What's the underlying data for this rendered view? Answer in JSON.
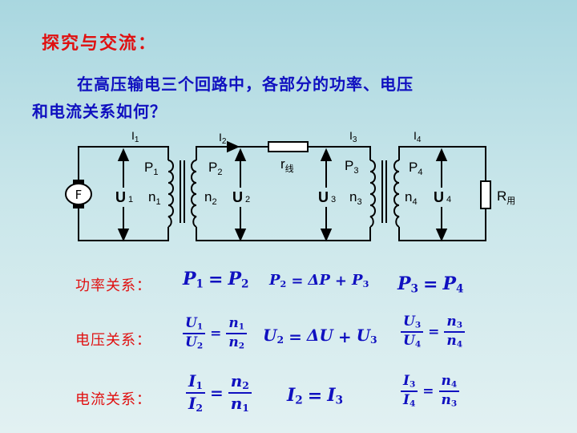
{
  "title": "探究与交流：",
  "question": {
    "line1": "在高压输电三个回路中，各部分的功率、电压",
    "line2": "和电流关系如何？"
  },
  "circuit": {
    "generator": "F",
    "currents": {
      "i1": {
        "base": "I",
        "sub": "1"
      },
      "i2": {
        "base": "I",
        "sub": "2"
      },
      "i3": {
        "base": "I",
        "sub": "3"
      },
      "i4": {
        "base": "I",
        "sub": "4"
      }
    },
    "powers": {
      "p1": {
        "base": "P",
        "sub": "1"
      },
      "p2": {
        "base": "P",
        "sub": "2"
      },
      "p3": {
        "base": "P",
        "sub": "3"
      },
      "p4": {
        "base": "P",
        "sub": "4"
      }
    },
    "voltages": {
      "u1": {
        "base": "U",
        "sub": "1"
      },
      "u2": {
        "base": "U",
        "sub": "2"
      },
      "u3": {
        "base": "U",
        "sub": "3"
      },
      "u4": {
        "base": "U",
        "sub": "4"
      }
    },
    "turns": {
      "n1": {
        "base": "n",
        "sub": "1"
      },
      "n2": {
        "base": "n",
        "sub": "2"
      },
      "n3": {
        "base": "n",
        "sub": "3"
      },
      "n4": {
        "base": "n",
        "sub": "4"
      }
    },
    "line_resistor": {
      "base": "r",
      "sub": "线"
    },
    "load_resistor": {
      "base": "R",
      "sub": "用"
    }
  },
  "relations": {
    "power": {
      "label": "功率关系：",
      "f1": {
        "a": "P",
        "as": "1",
        "op": "=",
        "b": "P",
        "bs": "2"
      },
      "f2": {
        "a": "P",
        "as": "2",
        "op": "=",
        "b": "ΔP",
        "plus": "+",
        "c": "P",
        "cs": "3"
      },
      "f3": {
        "a": "P",
        "as": "3",
        "op": "=",
        "b": "P",
        "bs": "4"
      }
    },
    "voltage": {
      "label": "电压关系：",
      "f1": {
        "n1": "U",
        "n1s": "1",
        "d1": "U",
        "d1s": "2",
        "op": "=",
        "n2": "n",
        "n2s": "1",
        "d2": "n",
        "d2s": "2"
      },
      "f2": {
        "a": "U",
        "as": "2",
        "op": "=",
        "b": "ΔU",
        "plus": "+",
        "c": "U",
        "cs": "3"
      },
      "f3": {
        "n1": "U",
        "n1s": "3",
        "d1": "U",
        "d1s": "4",
        "op": "=",
        "n2": "n",
        "n2s": "3",
        "d2": "n",
        "d2s": "4"
      }
    },
    "current": {
      "label": "电流关系：",
      "f1": {
        "n1": "I",
        "n1s": "1",
        "d1": "I",
        "d1s": "2",
        "op": "=",
        "n2": "n",
        "n2s": "2",
        "d2": "n",
        "d2s": "1"
      },
      "f2": {
        "a": "I",
        "as": "2",
        "op": "=",
        "b": "I",
        "bs": "3"
      },
      "f3": {
        "n1": "I",
        "n1s": "3",
        "d1": "I",
        "d1s": "4",
        "op": "=",
        "n2": "n",
        "n2s": "4",
        "d2": "n",
        "d2s": "3"
      }
    }
  }
}
